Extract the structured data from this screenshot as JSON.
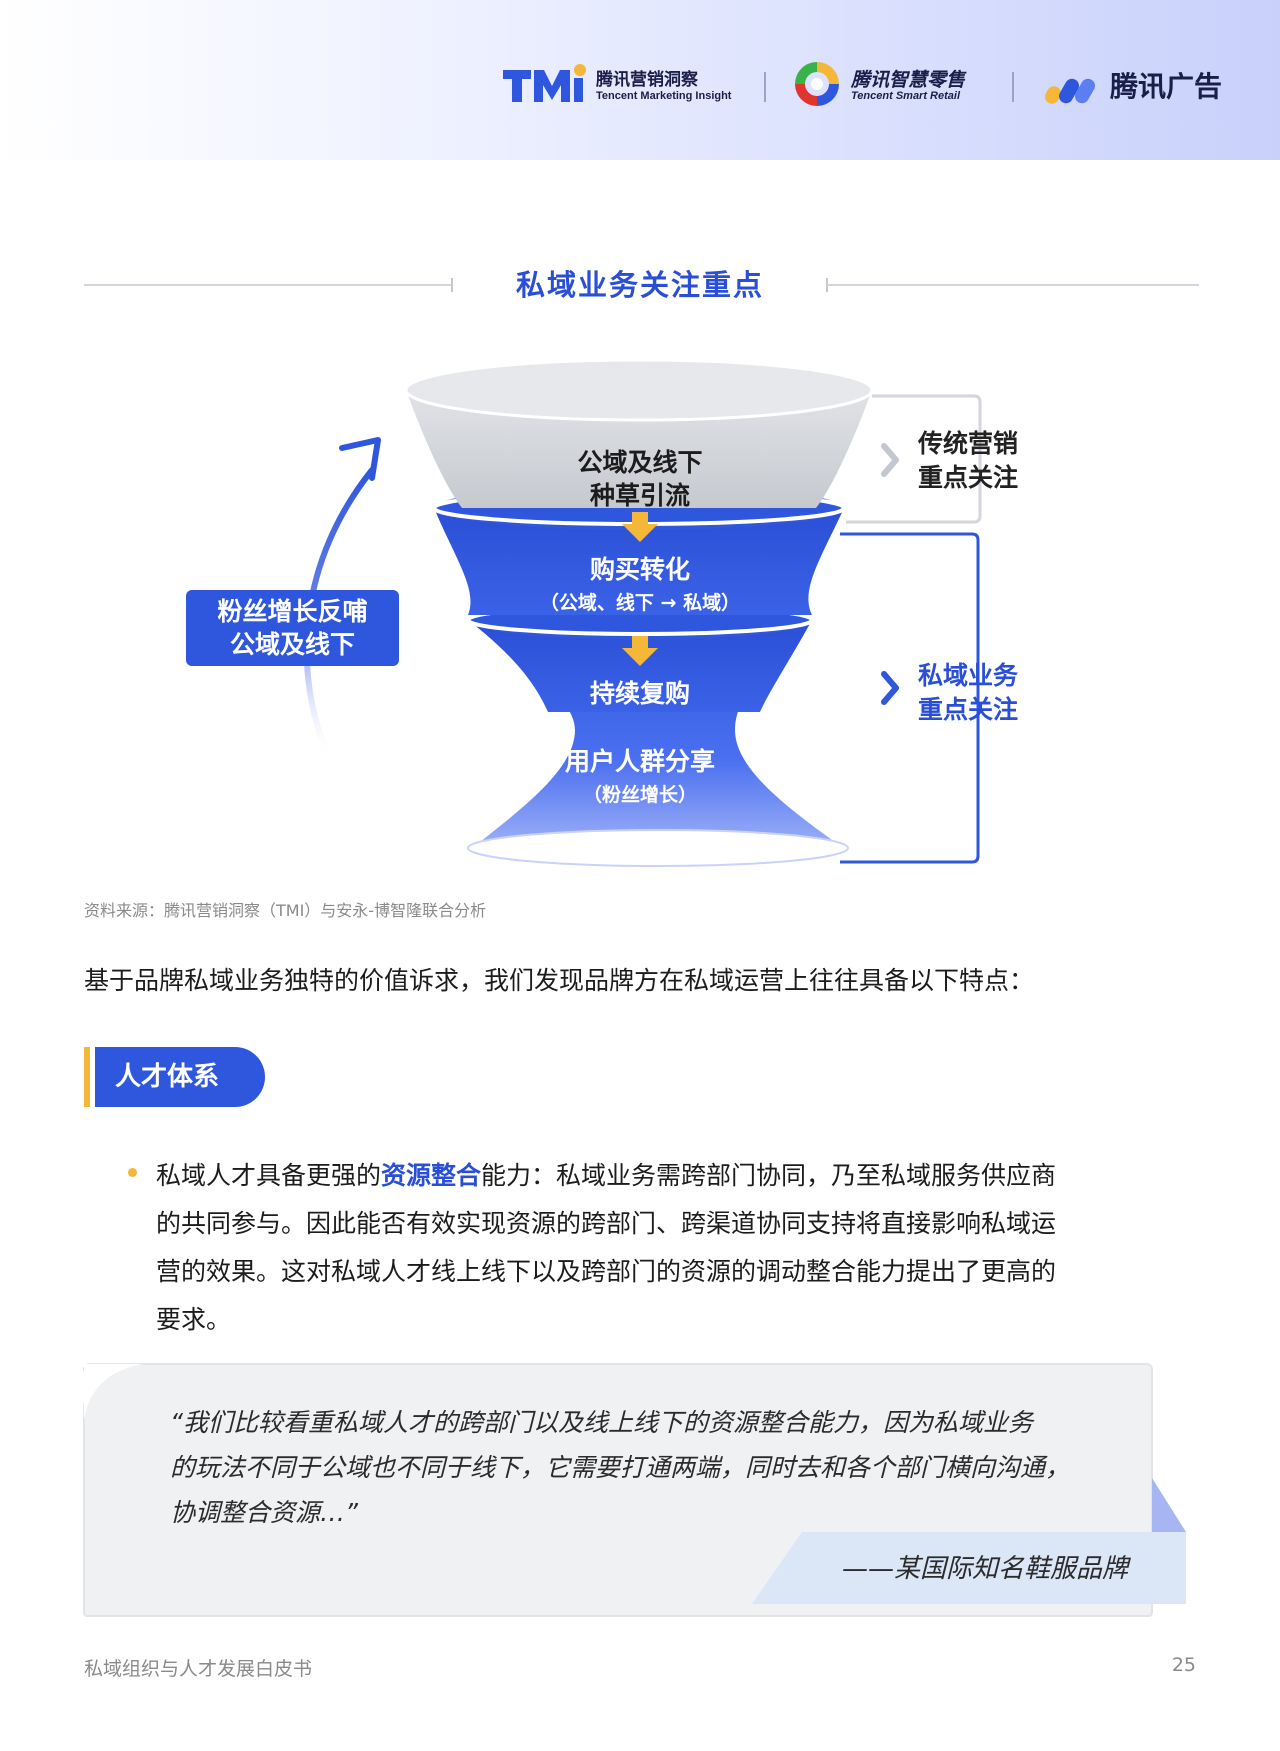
{
  "header": {
    "tmi": {
      "mark": "TMi",
      "cn": "腾讯营销洞察",
      "en": "Tencent Marketing Insight"
    },
    "smart_retail": {
      "cn": "腾讯智慧零售",
      "en": "Tencent Smart Retail"
    },
    "ads": {
      "cn": "腾讯广告"
    }
  },
  "section_title": "私域业务关注重点",
  "funnel": {
    "stage1": [
      "公域及线下",
      "种草引流"
    ],
    "stage2": {
      "title": "购买转化",
      "sub": "（公域、线下 → 私域）"
    },
    "stage3": {
      "title": "持续复购"
    },
    "stage4": {
      "title": "用户人群分享",
      "sub": "（粉丝增长）"
    },
    "loop_label": [
      "粉丝增长反哺",
      "公域及线下"
    ],
    "bracket_traditional": [
      "传统营销",
      "重点关注"
    ],
    "bracket_private": [
      "私域业务",
      "重点关注"
    ],
    "colors": {
      "gray": "#d4d6db",
      "blue": "#2f57dd",
      "arrow": "#f4b738"
    }
  },
  "source": "资料来源：腾讯营销洞察（TMI）与安永-博智隆联合分析",
  "intro": "基于品牌私域业务独特的价值诉求，我们发现品牌方在私域运营上往往具备以下特点：",
  "tag": "人才体系",
  "bullet": {
    "before": "私域人才具备更强的",
    "highlight": "资源整合",
    "after": "能力：私域业务需跨部门协同，乃至私域服务供应商",
    "line2": "的共同参与。因此能否有效实现资源的跨部门、跨渠道协同支持将直接影响私域运",
    "line3": "营的效果。这对私域人才线上线下以及跨部门的资源的调动整合能力提出了更高的",
    "line4": "要求。"
  },
  "quote": {
    "line1": "“我们比较看重私域人才的跨部门以及线上线下的资源整合能力，因为私域业务",
    "line2": "的玩法不同于公域也不同于线下，它需要打通两端，同时去和各个部门横向沟通，",
    "line3": "协调整合资源…”",
    "attribution": "——某国际知名鞋服品牌"
  },
  "footer": {
    "title": "私域组织与人才发展白皮书",
    "page": "25"
  }
}
